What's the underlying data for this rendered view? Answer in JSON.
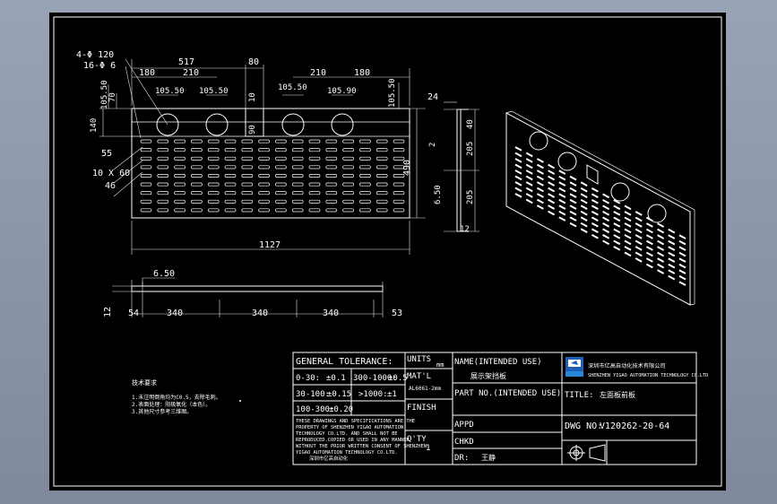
{
  "drawing": {
    "colors": {
      "background": "#000000",
      "lines": "#ffffff",
      "aux": "#22d622",
      "viewport": "#8a96a8"
    },
    "front_view": {
      "hole_callout": "4-Φ 120",
      "slot_callout": "16-Φ 6",
      "slot_size": "10 X 60",
      "dims": {
        "overall_width": "1127",
        "height": "490",
        "hole_span": "517",
        "hole_pitch_left": "210",
        "hole_pitch_right": "210",
        "edge_left": "180",
        "edge_right": "180",
        "hole_offset_1": "105.50",
        "hole_offset_2": "105.50",
        "hole_offset_3": "105.50",
        "hole_offset_4": "105.90",
        "square_width": "80",
        "square_depth": "10",
        "square_height": "90",
        "top_offset_a": "105.50",
        "top_offset_b": "70",
        "top_offset_c": "140",
        "left_margin": "55",
        "slot_start": "46",
        "right_offset": "105.50"
      }
    },
    "side_view": {
      "dims": {
        "top": "24",
        "upper": "205",
        "lower": "205",
        "small_a": "40",
        "small_b": "2",
        "small_c": "6.50",
        "bottom": "12"
      }
    },
    "bottom_view": {
      "dims": {
        "thickness_label": "6.50",
        "left": "54",
        "seg1": "340",
        "seg2": "340",
        "seg3": "340",
        "right": "53",
        "height": "12"
      }
    },
    "notes": {
      "heading": "技术要求",
      "lines": [
        "1.未注明倒角均为C0.5，去除毛刺。",
        "2.表面处理：阳极氧化（本色）。",
        "3.其他尺寸参考三维图。"
      ]
    },
    "title_block": {
      "general_tolerance": "GENERAL TOLERANCE:",
      "tol_rows": [
        {
          "range": "0-30:",
          "value": "±0.1",
          "range2": "300-1000:",
          "value2": "±0.5"
        },
        {
          "range": "30-100:",
          "value": "±0.15",
          "range2": ">1000:",
          "value2": "±1"
        },
        {
          "range": "100-300:",
          "value": "±0.20",
          "range2": "",
          "value2": ""
        }
      ],
      "notice": [
        "THESE DRAWINGS AND SPECIFICATIONS ARE THE",
        "PROPERTY OF SHENZHEN YIGAO AUTOMATION",
        "TECHNOLOGY CO.LTD. AND SHALL NOT BE",
        "REPRODUCED.COPIED OR USED IN ANY MANNER",
        "WITHOUT THE PRIOR WRITTEN CONSENT OF SHENZHEN",
        "YIGAO AUTOMATION TECHNOLOGY CO.LTD.",
        "深圳市亿高自动化"
      ],
      "units_label": "UNITS",
      "units_value": "mm",
      "matl_label": "MAT'L",
      "matl_value": "AL6061-2mm",
      "finish_label": "FINISH",
      "qty_label": "Q'TY",
      "qty_value": "1",
      "name_label": "NAME(INTENDED USE)",
      "name_value": "展示架挡板",
      "part_no_label": "PART NO.(INTENDED USE)",
      "appd_label": "APPD",
      "chkd_label": "CHKD",
      "dr_label": "DR:",
      "dr_value": "王静",
      "company_cn": "深圳市亿高自动化技术有限公司",
      "company_en": "SHENZHEN YIGAO AUTOMATION TECHNOLOGY CO.LTD",
      "title_label": "TITLE:",
      "title_value": "左面板前板",
      "dwg_no_label": "DWG NO:",
      "dwg_no_value": "V120262-20-64"
    }
  }
}
